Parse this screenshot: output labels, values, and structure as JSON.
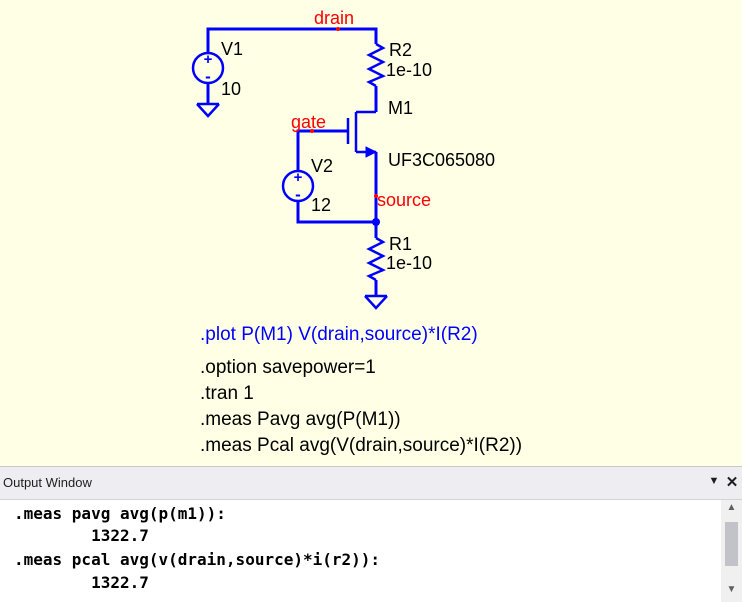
{
  "schematic": {
    "nets": {
      "drain": "drain",
      "gate": "gate",
      "source": "source"
    },
    "v1": {
      "name": "V1",
      "value": "10"
    },
    "v2": {
      "name": "V2",
      "value": "12"
    },
    "r1": {
      "name": "R1",
      "value": "1e-10"
    },
    "r2": {
      "name": "R2",
      "value": "1e-10"
    },
    "m1": {
      "name": "M1",
      "model": "UF3C065080"
    },
    "plus_sign": "+",
    "minus_sign": "-",
    "colors": {
      "wire": "#0000ff",
      "net_label": "#ff0000",
      "background": "#ffffe6"
    }
  },
  "directives": {
    "plot": ".plot P(M1) V(drain,source)*I(R2)",
    "lines": [
      ".option savepower=1",
      ".tran 1",
      ".meas Pavg avg(P(M1))",
      ".meas Pcal avg(V(drain,source)*I(R2))"
    ]
  },
  "output_window": {
    "title": "Output Window",
    "dropdown_icon": "▼",
    "close_icon": "✕",
    "scroll_up_icon": "▲",
    "scroll_down_icon": "▼",
    "lines": [
      ".meas pavg avg(p(m1)):",
      "        1322.7",
      ".meas pcal avg(v(drain,source)*i(r2)):",
      "        1322.7"
    ]
  }
}
